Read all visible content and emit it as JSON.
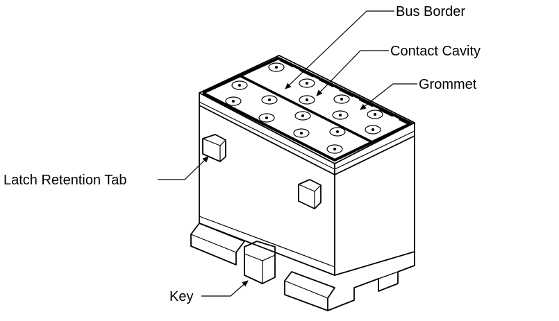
{
  "labels": {
    "bus_border": "Bus Border",
    "contact_cavity": "Contact Cavity",
    "grommet": "Grommet",
    "latch_retention_tab": "Latch Retention Tab",
    "key": "Key"
  },
  "colors": {
    "line": "#000000",
    "background": "#ffffff"
  }
}
